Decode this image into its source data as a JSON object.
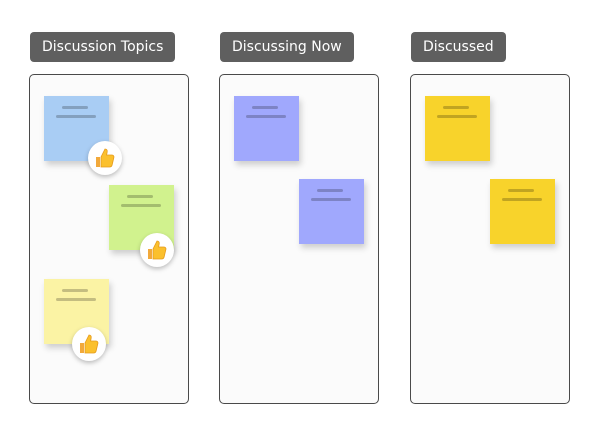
{
  "columns": [
    {
      "title": "Discussion Topics"
    },
    {
      "title": "Discussing Now"
    },
    {
      "title": "Discussed"
    }
  ],
  "colors": {
    "header_bg": "#5f5f5f",
    "note_blue": "#a9cdf4",
    "note_green": "#d1f28e",
    "note_yellow_light": "#fbf3a4",
    "note_purple": "#a0a8fd",
    "note_yellow": "#f8d32b"
  },
  "icons": {
    "vote": "thumbs-up-icon"
  }
}
